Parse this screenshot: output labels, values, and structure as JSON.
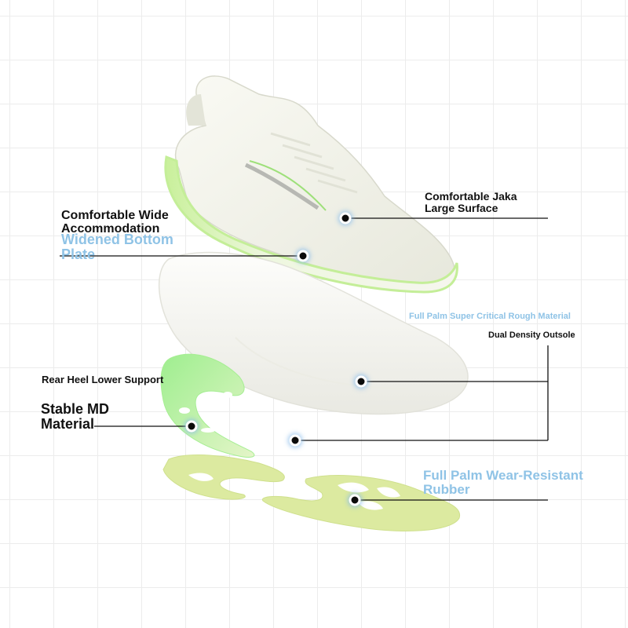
{
  "callouts": {
    "jaka": "Comfortable Jaka\n Large Surface",
    "wide": "Comfortable Wide\n Accommodation",
    "plate": "Widened Bottom\n Plate",
    "critical": "Full Palm Super Critical Rough Material",
    "dual": "Dual Density Outsole",
    "heel": "Rear Heel Lower Support",
    "md": "Stable MD\n Material",
    "rubber": "Full Palm Wear-Resistant\n Rubber"
  },
  "colors": {
    "callout_blue": "#8fc3e6",
    "callout_dark": "#111111",
    "upper": "#f3f3ea",
    "foam_green": "#c4ee98",
    "heel_green": "#a6ee93",
    "rubber_yellow": "#dceaa0"
  }
}
